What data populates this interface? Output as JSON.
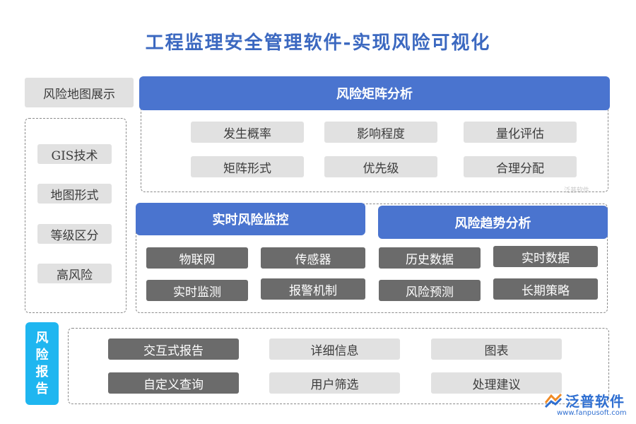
{
  "title": "工程监理安全管理软件-实现风险可视化",
  "map_panel": {
    "header": "风险地图展示",
    "items": [
      "GIS技术",
      "地图形式",
      "等级区分",
      "高风险"
    ]
  },
  "matrix_panel": {
    "header": "风险矩阵分析",
    "items": [
      "发生概率",
      "影响程度",
      "量化评估",
      "矩阵形式",
      "优先级",
      "合理分配"
    ]
  },
  "monitor_panel": {
    "header": "实时风险监控",
    "items": [
      "物联网",
      "传感器",
      "实时监测",
      "报警机制"
    ]
  },
  "trend_panel": {
    "header": "风险趋势分析",
    "items": [
      "历史数据",
      "实时数据",
      "风险预测",
      "长期策略"
    ]
  },
  "report_panel": {
    "side_label": [
      "风",
      "险",
      "报",
      "告"
    ],
    "items": [
      "交互式报告",
      "详细信息",
      "图表",
      "自定义查询",
      "用户筛选",
      "处理建议"
    ]
  },
  "watermark": "泛普软件",
  "logo": {
    "text": "泛普软件",
    "url": "www.fanpusoft.com"
  }
}
